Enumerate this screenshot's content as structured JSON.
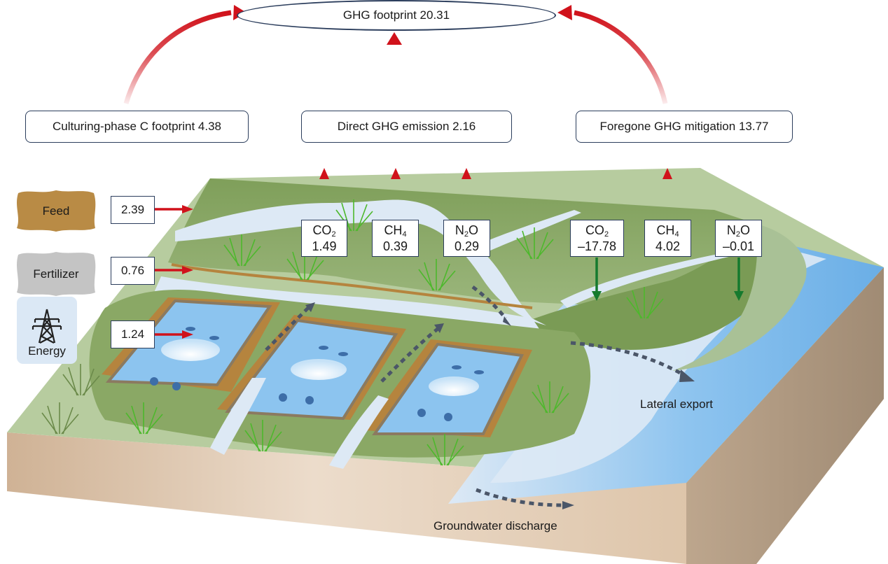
{
  "title": {
    "label": "GHG footprint",
    "value": "20.31"
  },
  "components": [
    {
      "label": "Culturing-phase C footprint",
      "value": "4.38"
    },
    {
      "label": "Direct GHG emission",
      "value": "2.16"
    },
    {
      "label": "Foregone GHG mitigation",
      "value": "13.77"
    }
  ],
  "inputs": [
    {
      "name": "Feed",
      "value": "2.39",
      "icon": "feed-bag-icon"
    },
    {
      "name": "Fertilizer",
      "value": "0.76",
      "icon": "fertilizer-bag-icon"
    },
    {
      "name": "Energy",
      "value": "1.24",
      "icon": "power-pylon-icon"
    }
  ],
  "direct_emissions": [
    {
      "gas": "CO",
      "sub": "2",
      "suffix": "",
      "value": "1.49",
      "direction": "up"
    },
    {
      "gas": "CH",
      "sub": "4",
      "suffix": "",
      "value": "0.39",
      "direction": "up"
    },
    {
      "gas": "N",
      "sub": "2",
      "suffix": "O",
      "value": "0.29",
      "direction": "up"
    }
  ],
  "foregone_mitigation": [
    {
      "gas": "CO",
      "sub": "2",
      "suffix": "",
      "value": "–17.78",
      "direction": "down"
    },
    {
      "gas": "CH",
      "sub": "4",
      "suffix": "",
      "value": "4.02",
      "direction": "up"
    },
    {
      "gas": "N",
      "sub": "2",
      "suffix": "O",
      "value": "–0.01",
      "direction": "down"
    }
  ],
  "flows": {
    "lateral_export": "Lateral export",
    "groundwater_discharge": "Groundwater discharge"
  },
  "colors": {
    "emission_arrow": "#d0121b",
    "sink_arrow": "#157a2e",
    "sink_arrow_light": "#5ecf9a",
    "box_border": "#2b3d5c",
    "feed_bag": "#b98b45",
    "fertilizer_bag": "#c4c4c4",
    "energy_tile": "#dbe8f5",
    "pond_water": "#8cc4ef",
    "marsh_green": "#8aa865",
    "channel": "#dde9f5",
    "dike": "#b5843e",
    "soil": "#dcc2a6",
    "sea": "#7fb8ea",
    "flow_arrow": "#4b5668"
  }
}
